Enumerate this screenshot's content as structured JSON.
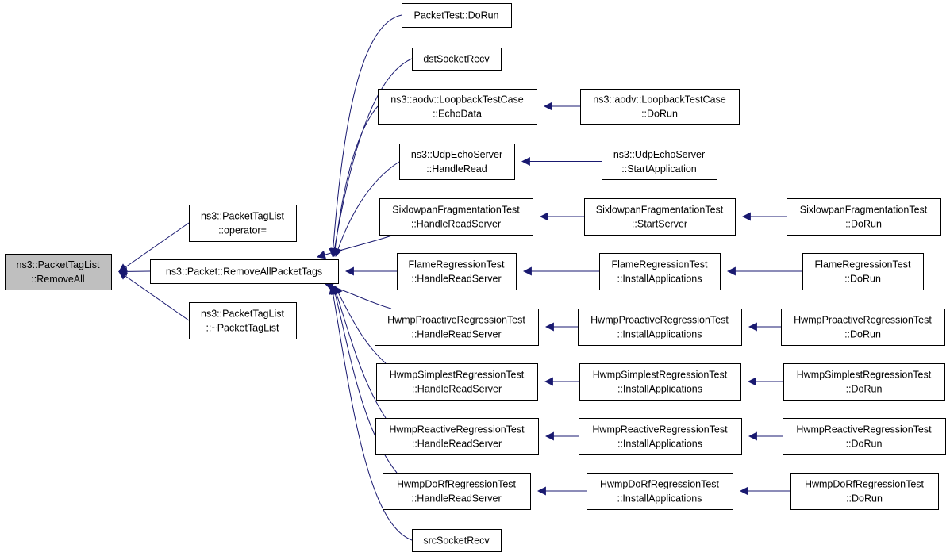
{
  "graph": {
    "edge_color": "#191970",
    "root_fill": "#bfbfbf",
    "nodes": [
      {
        "id": "root",
        "lines": [
          "ns3::PacketTagList",
          "::RemoveAll"
        ],
        "root": true
      },
      {
        "id": "op",
        "lines": [
          "ns3::PacketTagList",
          "::operator="
        ]
      },
      {
        "id": "rapt",
        "lines": [
          "ns3::Packet::RemoveAllPacketTags"
        ]
      },
      {
        "id": "dtor",
        "lines": [
          "ns3::PacketTagList",
          "::~PacketTagList"
        ]
      },
      {
        "id": "ptdr",
        "lines": [
          "PacketTest::DoRun"
        ]
      },
      {
        "id": "dsr",
        "lines": [
          "dstSocketRecv"
        ]
      },
      {
        "id": "aed",
        "lines": [
          "ns3::aodv::LoopbackTestCase",
          "::EchoData"
        ]
      },
      {
        "id": "adr",
        "lines": [
          "ns3::aodv::LoopbackTestCase",
          "::DoRun"
        ]
      },
      {
        "id": "uhr",
        "lines": [
          "ns3::UdpEchoServer",
          "::HandleRead"
        ]
      },
      {
        "id": "usa",
        "lines": [
          "ns3::UdpEchoServer",
          "::StartApplication"
        ]
      },
      {
        "id": "sfh",
        "lines": [
          "SixlowpanFragmentationTest",
          "::HandleReadServer"
        ]
      },
      {
        "id": "sfs",
        "lines": [
          "SixlowpanFragmentationTest",
          "::StartServer"
        ]
      },
      {
        "id": "sfd",
        "lines": [
          "SixlowpanFragmentationTest",
          "::DoRun"
        ]
      },
      {
        "id": "frh",
        "lines": [
          "FlameRegressionTest",
          "::HandleReadServer"
        ]
      },
      {
        "id": "fri",
        "lines": [
          "FlameRegressionTest",
          "::InstallApplications"
        ]
      },
      {
        "id": "frd",
        "lines": [
          "FlameRegressionTest",
          "::DoRun"
        ]
      },
      {
        "id": "hph",
        "lines": [
          "HwmpProactiveRegressionTest",
          "::HandleReadServer"
        ]
      },
      {
        "id": "hpi",
        "lines": [
          "HwmpProactiveRegressionTest",
          "::InstallApplications"
        ]
      },
      {
        "id": "hpd",
        "lines": [
          "HwmpProactiveRegressionTest",
          "::DoRun"
        ]
      },
      {
        "id": "hsh",
        "lines": [
          "HwmpSimplestRegressionTest",
          "::HandleReadServer"
        ]
      },
      {
        "id": "hsi",
        "lines": [
          "HwmpSimplestRegressionTest",
          "::InstallApplications"
        ]
      },
      {
        "id": "hsd",
        "lines": [
          "HwmpSimplestRegressionTest",
          "::DoRun"
        ]
      },
      {
        "id": "hrh",
        "lines": [
          "HwmpReactiveRegressionTest",
          "::HandleReadServer"
        ]
      },
      {
        "id": "hri",
        "lines": [
          "HwmpReactiveRegressionTest",
          "::InstallApplications"
        ]
      },
      {
        "id": "hrd",
        "lines": [
          "HwmpReactiveRegressionTest",
          "::DoRun"
        ]
      },
      {
        "id": "hdh",
        "lines": [
          "HwmpDoRfRegressionTest",
          "::HandleReadServer"
        ]
      },
      {
        "id": "hdi",
        "lines": [
          "HwmpDoRfRegressionTest",
          "::InstallApplications"
        ]
      },
      {
        "id": "hdd",
        "lines": [
          "HwmpDoRfRegressionTest",
          "::DoRun"
        ]
      },
      {
        "id": "ssr",
        "lines": [
          "srcSocketRecv"
        ]
      }
    ],
    "edges": [
      {
        "from": "op",
        "to": "root"
      },
      {
        "from": "rapt",
        "to": "root"
      },
      {
        "from": "dtor",
        "to": "root"
      },
      {
        "from": "ptdr",
        "to": "rapt"
      },
      {
        "from": "dsr",
        "to": "rapt"
      },
      {
        "from": "aed",
        "to": "rapt"
      },
      {
        "from": "uhr",
        "to": "rapt"
      },
      {
        "from": "sfh",
        "to": "rapt"
      },
      {
        "from": "frh",
        "to": "rapt"
      },
      {
        "from": "hph",
        "to": "rapt"
      },
      {
        "from": "hsh",
        "to": "rapt"
      },
      {
        "from": "hrh",
        "to": "rapt"
      },
      {
        "from": "hdh",
        "to": "rapt"
      },
      {
        "from": "ssr",
        "to": "rapt"
      },
      {
        "from": "adr",
        "to": "aed"
      },
      {
        "from": "usa",
        "to": "uhr"
      },
      {
        "from": "sfs",
        "to": "sfh"
      },
      {
        "from": "sfd",
        "to": "sfs"
      },
      {
        "from": "fri",
        "to": "frh"
      },
      {
        "from": "frd",
        "to": "fri"
      },
      {
        "from": "hpi",
        "to": "hph"
      },
      {
        "from": "hpd",
        "to": "hpi"
      },
      {
        "from": "hsi",
        "to": "hsh"
      },
      {
        "from": "hsd",
        "to": "hsi"
      },
      {
        "from": "hri",
        "to": "hrh"
      },
      {
        "from": "hrd",
        "to": "hri"
      },
      {
        "from": "hdi",
        "to": "hdh"
      },
      {
        "from": "hdd",
        "to": "hdi"
      }
    ]
  }
}
